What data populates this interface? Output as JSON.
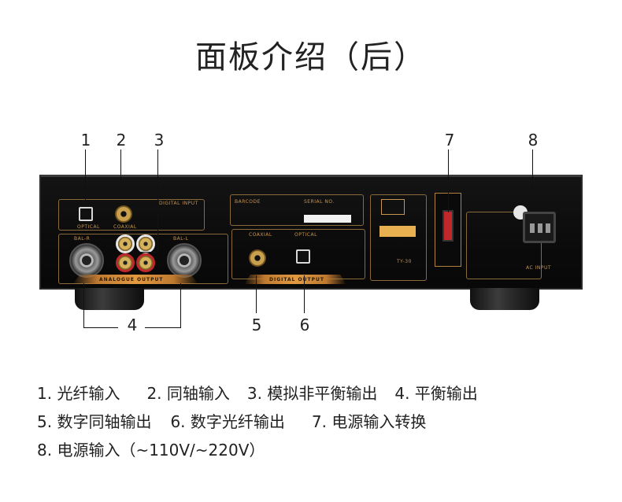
{
  "title": "面板介绍（后）",
  "callouts": [
    "1",
    "2",
    "3",
    "4",
    "5",
    "6",
    "7",
    "8"
  ],
  "panel_labels": {
    "optical": "OPTICAL",
    "coaxial": "COAXIAL",
    "digital_input": "DIGITAL INPUT",
    "bal_r": "BAL-R",
    "bal_l": "BAL-L",
    "analogue_output": "ANALOGUE OUTPUT",
    "barcode": "BARCODE",
    "serial_no": "SERIAL NO.",
    "coaxial_out": "COAXIAL",
    "optical_out": "OPTICAL",
    "digital_output": "DIGITAL OUTPUT",
    "model": "TY-30",
    "ac_input": "AC INPUT"
  },
  "legend": {
    "line1": [
      "1. 光纤输入",
      "2. 同轴输入",
      "3. 模拟非平衡输出",
      "4. 平衡输出"
    ],
    "line2": [
      "5. 数字同轴输出",
      "6. 数字光纤输出",
      "7. 电源输入转换"
    ],
    "line3": [
      "8. 电源输入（~110V/~220V）"
    ]
  }
}
